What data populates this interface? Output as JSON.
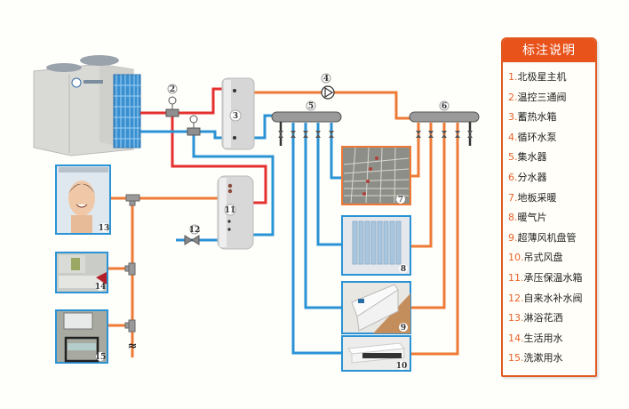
{
  "legend": {
    "title": "标注说明",
    "items": [
      {
        "num": "1.",
        "label": "北极星主机"
      },
      {
        "num": "2.",
        "label": "温控三通阀"
      },
      {
        "num": "3.",
        "label": "蓄热水箱"
      },
      {
        "num": "4.",
        "label": "循环水泵"
      },
      {
        "num": "5.",
        "label": "集水器"
      },
      {
        "num": "6.",
        "label": "分水器"
      },
      {
        "num": "7.",
        "label": "地板采暖"
      },
      {
        "num": "8.",
        "label": "暖气片"
      },
      {
        "num": "9.",
        "label": "超薄风机盘管"
      },
      {
        "num": "10.",
        "label": "吊式风盘"
      },
      {
        "num": "11.",
        "label": "承压保温水箱"
      },
      {
        "num": "12.",
        "label": "自来水补水阀"
      },
      {
        "num": "13.",
        "label": "淋浴花洒"
      },
      {
        "num": "14.",
        "label": "生活用水"
      },
      {
        "num": "15.",
        "label": "洗漱用水"
      }
    ]
  },
  "markers": {
    "m2": "2",
    "m3": "3",
    "m4": "4",
    "m5": "5",
    "m6": "6",
    "m7": "7",
    "m8": "8",
    "m9": "9",
    "m10": "10",
    "m11": "11",
    "m12": "12",
    "m13": "13",
    "m14": "14",
    "m15": "15"
  },
  "colors": {
    "hot": "#e53030",
    "cold": "#2a93d5",
    "warm": "#ee7a35",
    "legend_accent": "#e8531c"
  }
}
